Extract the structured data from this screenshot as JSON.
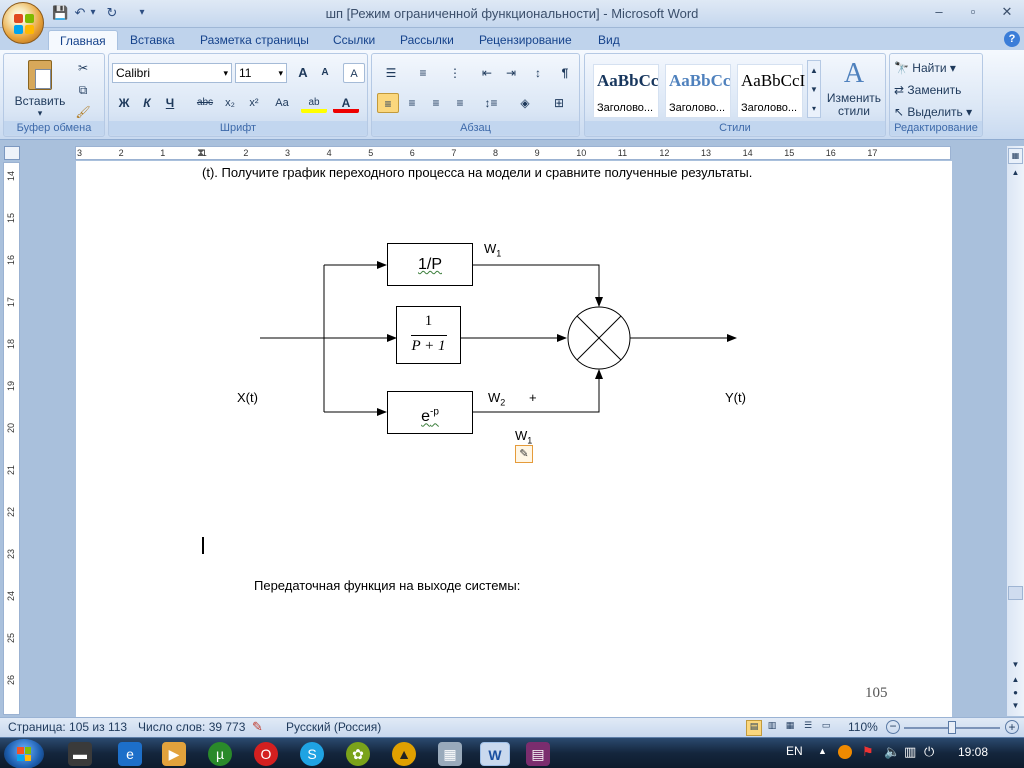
{
  "window": {
    "title": "шп [Режим ограниченной функциональности] - Microsoft Word",
    "controls": {
      "minimize": "–",
      "maximize": "▫",
      "close": "✕"
    }
  },
  "qat": {
    "save": "💾",
    "undo": "↶",
    "undo_dd": "▾",
    "redo": "↻",
    "customize": "▾"
  },
  "tabs": [
    "Главная",
    "Вставка",
    "Разметка страницы",
    "Ссылки",
    "Рассылки",
    "Рецензирование",
    "Вид"
  ],
  "active_tab": "Главная",
  "help_icon": "?",
  "ribbon": {
    "clipboard": {
      "label": "Буфер обмена",
      "paste": "Вставить",
      "paste_dd": "▾"
    },
    "font": {
      "label": "Шрифт",
      "font_name": "Calibri",
      "font_size": "11",
      "grow": "A",
      "shrink": "A",
      "clear": "A",
      "bold": "Ж",
      "italic": "К",
      "underline": "Ч",
      "strike": "abc",
      "sub": "x₂",
      "sup": "x²",
      "case": "Aa",
      "highlight": "ab",
      "color": "A"
    },
    "paragraph": {
      "label": "Абзац",
      "pilcrow": "¶"
    },
    "styles": {
      "label": "Стили",
      "items": [
        {
          "sample": "AaBbCc",
          "name": "Заголово..."
        },
        {
          "sample": "AaBbCc",
          "name": "Заголово..."
        },
        {
          "sample": "AaBbCcI",
          "name": "Заголово..."
        }
      ],
      "change": "Изменить стили"
    },
    "editing": {
      "label": "Редактирование",
      "find": "Найти",
      "replace": "Заменить",
      "select": "Выделить"
    }
  },
  "ruler": {
    "h_ticks": [
      "3",
      "2",
      "1",
      "1",
      "2",
      "3",
      "4",
      "5",
      "6",
      "7",
      "8",
      "9",
      "10",
      "11",
      "12",
      "13",
      "14",
      "15",
      "16",
      "17"
    ],
    "v_ticks": [
      "14",
      "15",
      "16",
      "17",
      "18",
      "19",
      "20",
      "21",
      "22",
      "23",
      "24",
      "25",
      "26"
    ]
  },
  "document": {
    "top_line": "(t). Получите график переходного процесса на модели и сравните полученные результаты.",
    "diagram": {
      "block1": "1/P",
      "block2_num": "1",
      "block2_den": "P + 1",
      "block3_base": "e",
      "block3_exp": "-p",
      "w1_top": "W",
      "w1_top_sub": "1",
      "w2": "W",
      "w2_sub": "2",
      "plus": "+",
      "w1_bottom": "W",
      "w1_bottom_sub": "1",
      "input": "X(t)",
      "output": "Y(t)"
    },
    "paragraph": "Передаточная функция на выходе системы:",
    "page_number": "105"
  },
  "status": {
    "page": "Страница: 105 из 113",
    "words": "Число слов: 39 773",
    "language": "Русский (Россия)",
    "zoom": "110%"
  },
  "taskbar": {
    "lang": "EN",
    "time": "19:08"
  },
  "colors": {
    "accent": "#15428b",
    "ribbon_bg": "#dde8f6",
    "page_bg": "#ffffff",
    "taskbar": "#14263d"
  }
}
